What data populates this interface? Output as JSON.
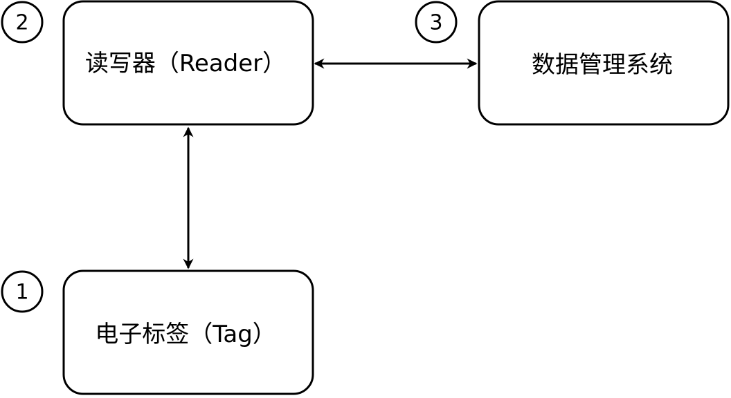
{
  "diagram": {
    "nodes": {
      "reader": {
        "label": "读写器（Reader）"
      },
      "dms": {
        "label": "数据管理系统"
      },
      "tag": {
        "label": "电子标签（Tag）"
      }
    },
    "badges": {
      "reader": "2",
      "dms": "3",
      "tag": "1"
    },
    "edges": [
      {
        "from": "reader",
        "to": "dms",
        "direction": "bidirectional"
      },
      {
        "from": "reader",
        "to": "tag",
        "direction": "bidirectional"
      }
    ]
  }
}
